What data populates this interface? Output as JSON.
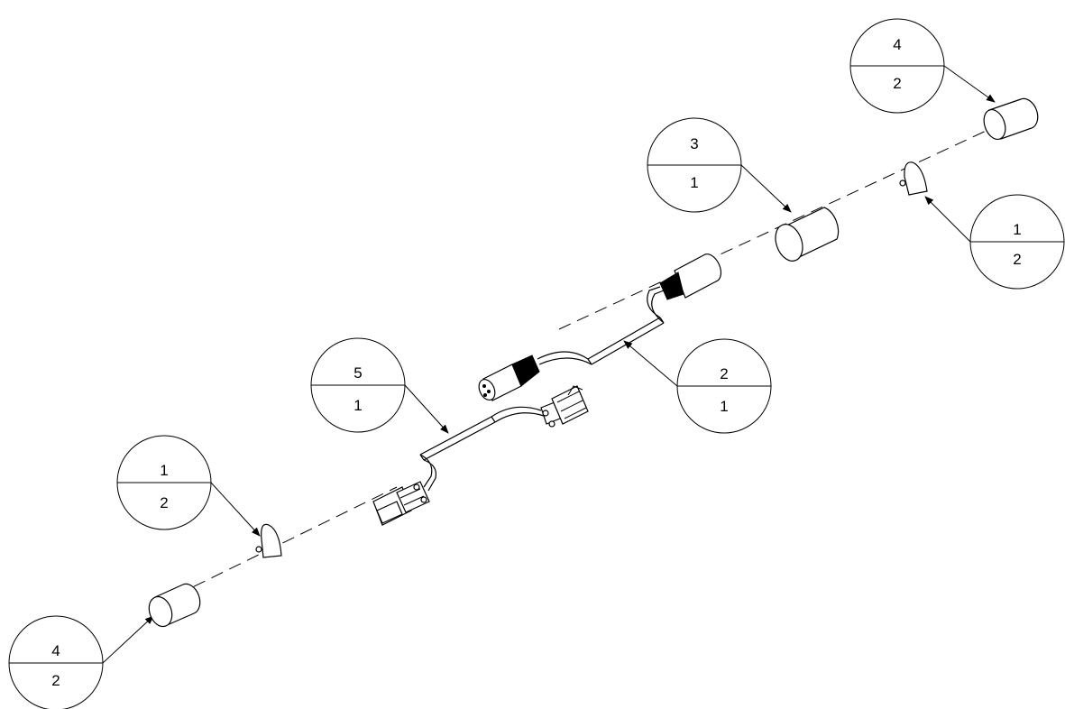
{
  "balloons": [
    {
      "item": "4",
      "qty": "2"
    },
    {
      "item": "3",
      "qty": "1"
    },
    {
      "item": "1",
      "qty": "2"
    },
    {
      "item": "2",
      "qty": "1"
    },
    {
      "item": "5",
      "qty": "1"
    },
    {
      "item": "1",
      "qty": "2"
    },
    {
      "item": "4",
      "qty": "2"
    }
  ]
}
